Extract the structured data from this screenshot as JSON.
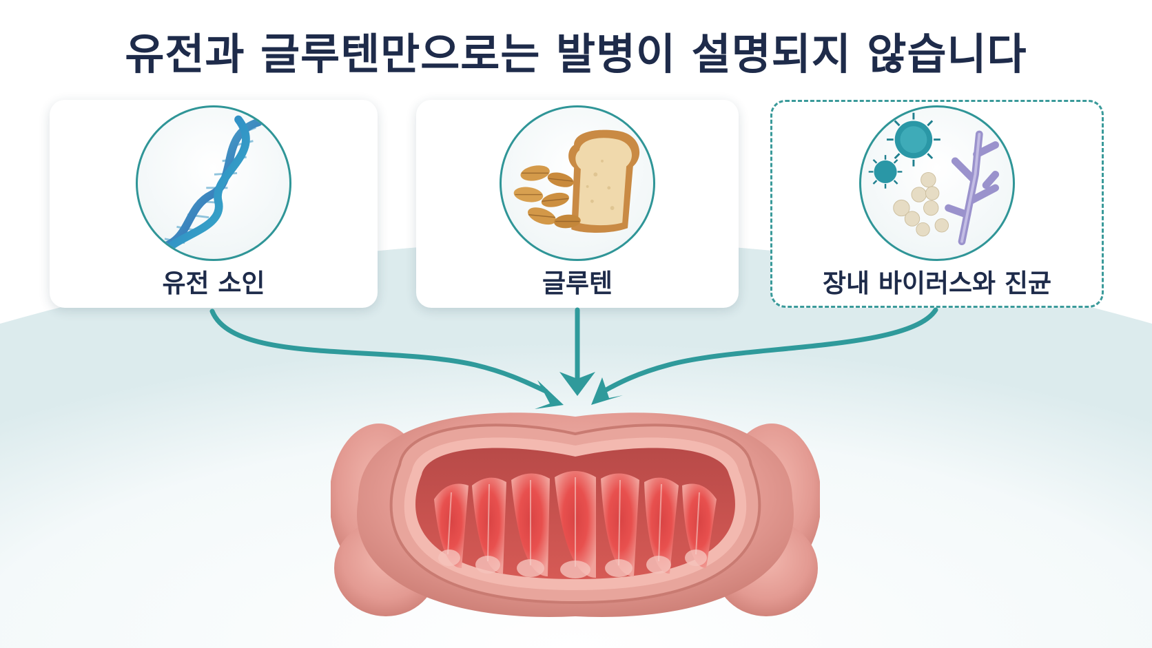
{
  "title": "유전과 글루텐만으로는 발병이 설명되지 않습니다",
  "cards": [
    {
      "label": "유전 소인",
      "icon": "dna-icon"
    },
    {
      "label": "글루텐",
      "icon": "bread-wheat-icon"
    },
    {
      "label": "장내 바이러스와 진균",
      "icon": "virus-fungi-icon"
    }
  ],
  "colors": {
    "accent": "#2f9597",
    "title": "#1e2b4a",
    "arrow": "#2f9a9b",
    "intestine": "#e59a93",
    "mucosa": "#e8504e"
  }
}
